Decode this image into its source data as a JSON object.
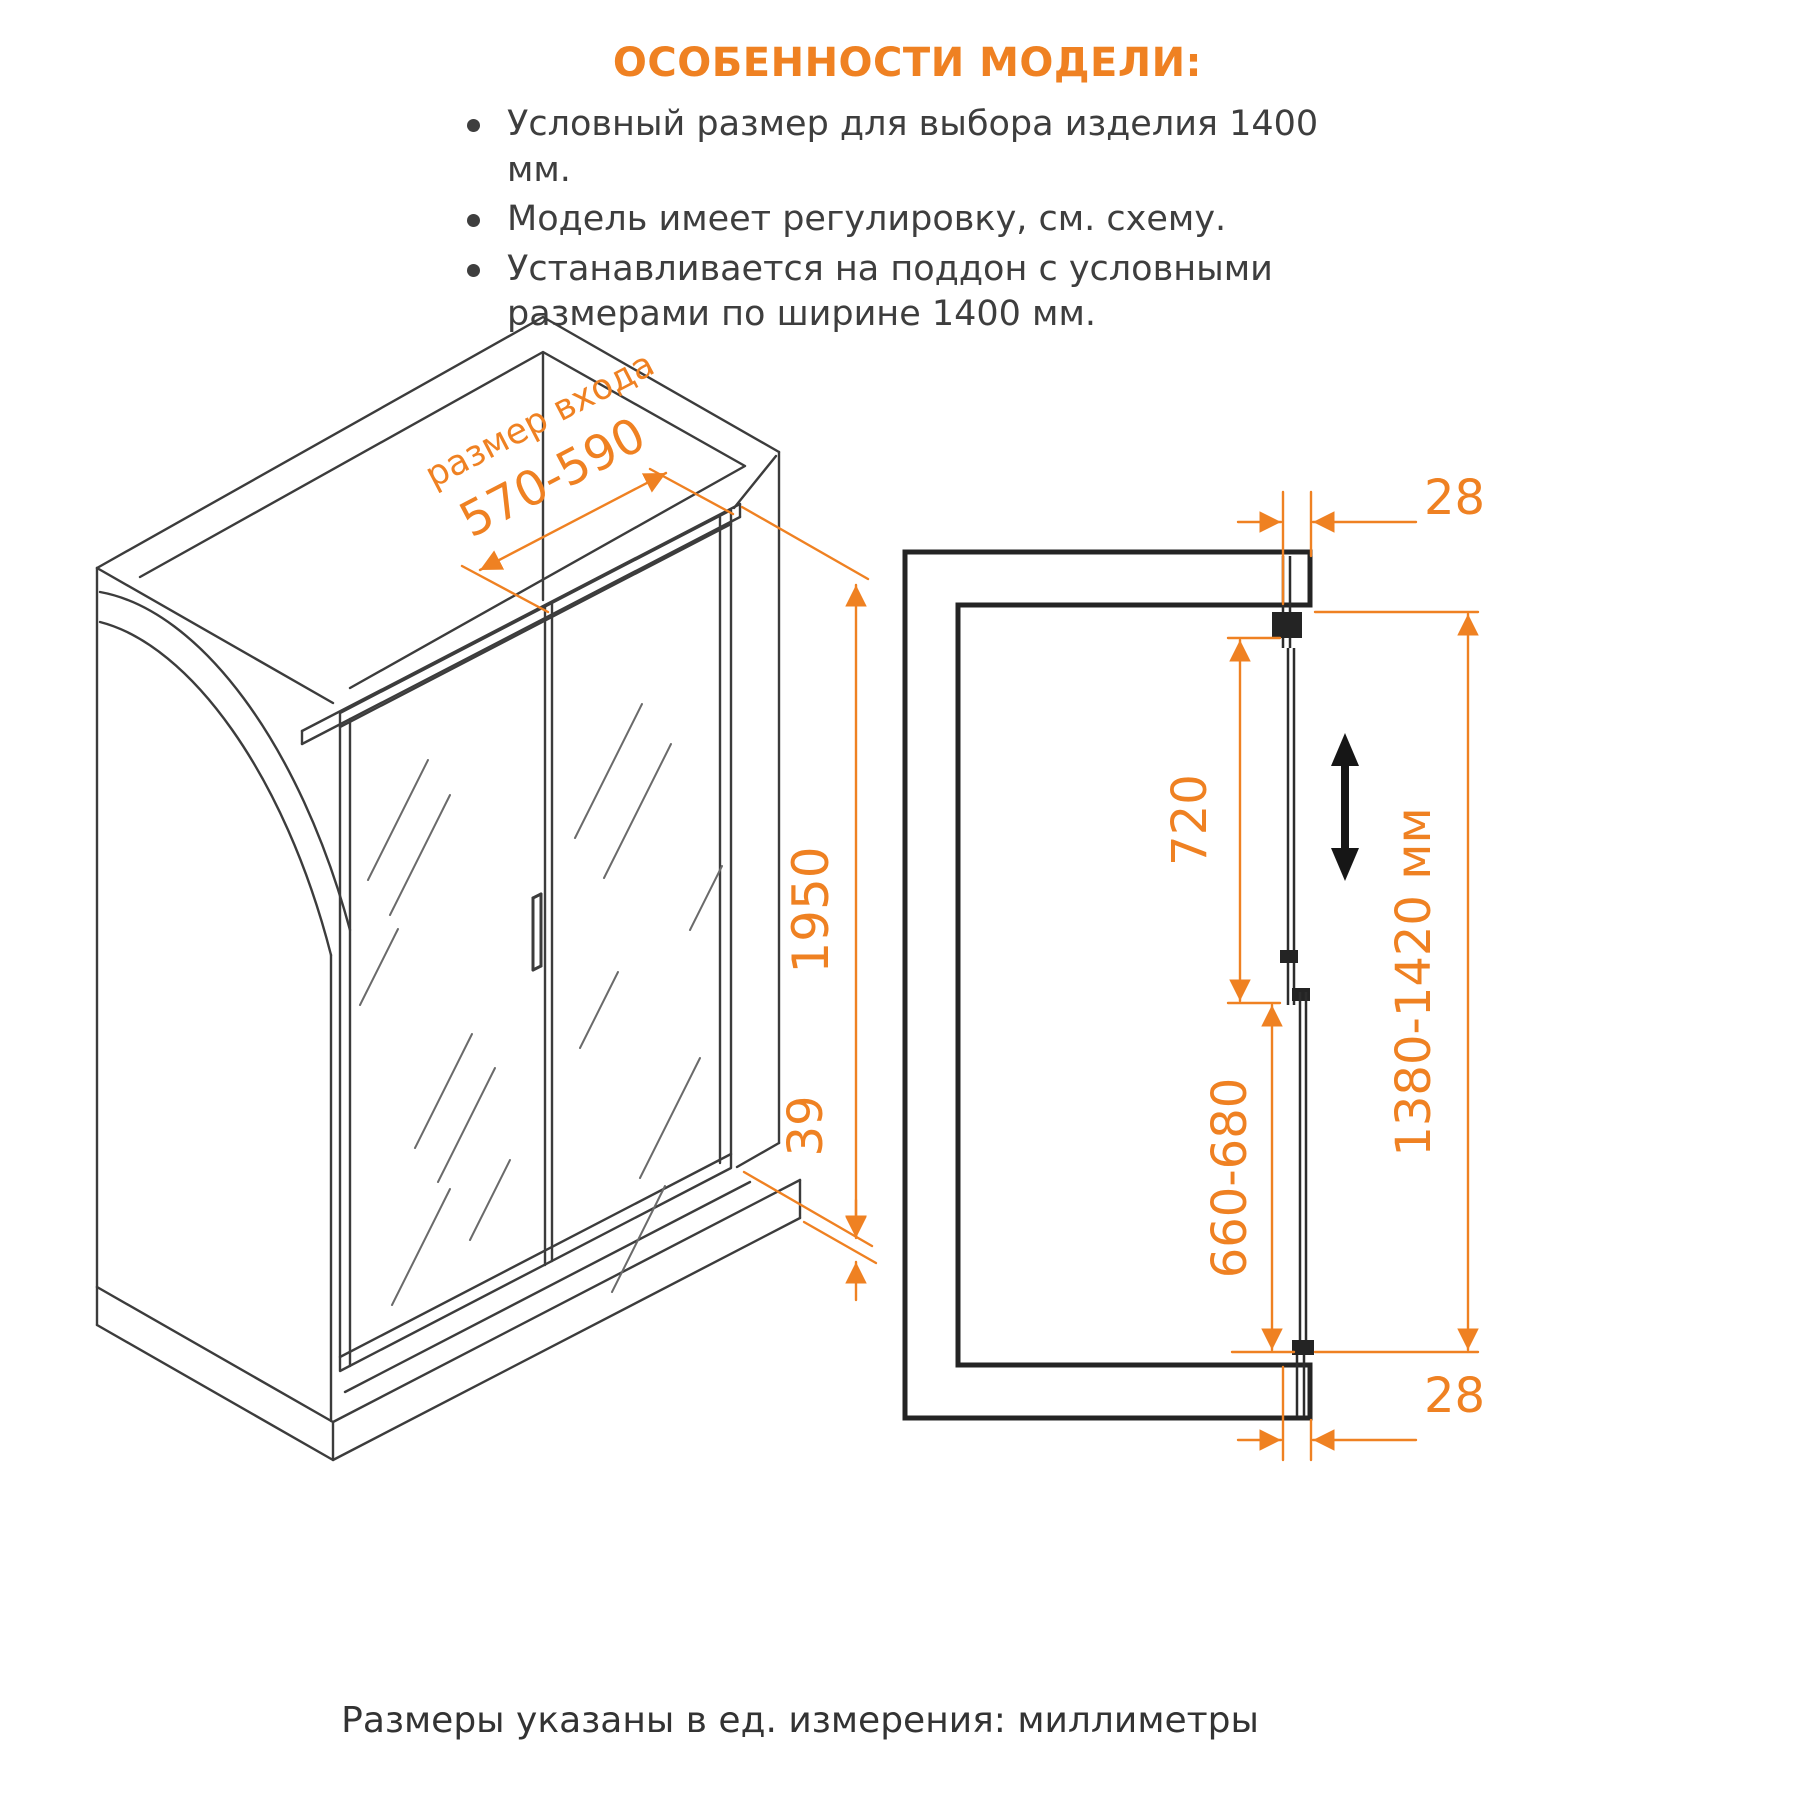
{
  "colors": {
    "accent": "#EF8122",
    "ink": "#3C3C3C",
    "wall": "#242424"
  },
  "header": {
    "title": "ОСОБЕННОСТИ МОДЕЛИ:",
    "bullets": [
      "Условный размер для выбора изделия 1400 мм.",
      "Модель имеет регулировку, см. схему.",
      "Устанавливается на поддон с условными размерами по ширине 1400 мм."
    ]
  },
  "iso_view": {
    "entry_label": "размер входа",
    "entry_size": "570-590",
    "door_height": "1950",
    "tray_height": "39"
  },
  "plan_view": {
    "wall_offset_top": "28",
    "fixed_panel_length": "720",
    "overall_width": "1380-1420 мм",
    "door_panel_length": "660-680",
    "wall_offset_bottom": "28"
  },
  "footer": {
    "note": "Размеры указаны в ед. измерения: миллиметры"
  }
}
